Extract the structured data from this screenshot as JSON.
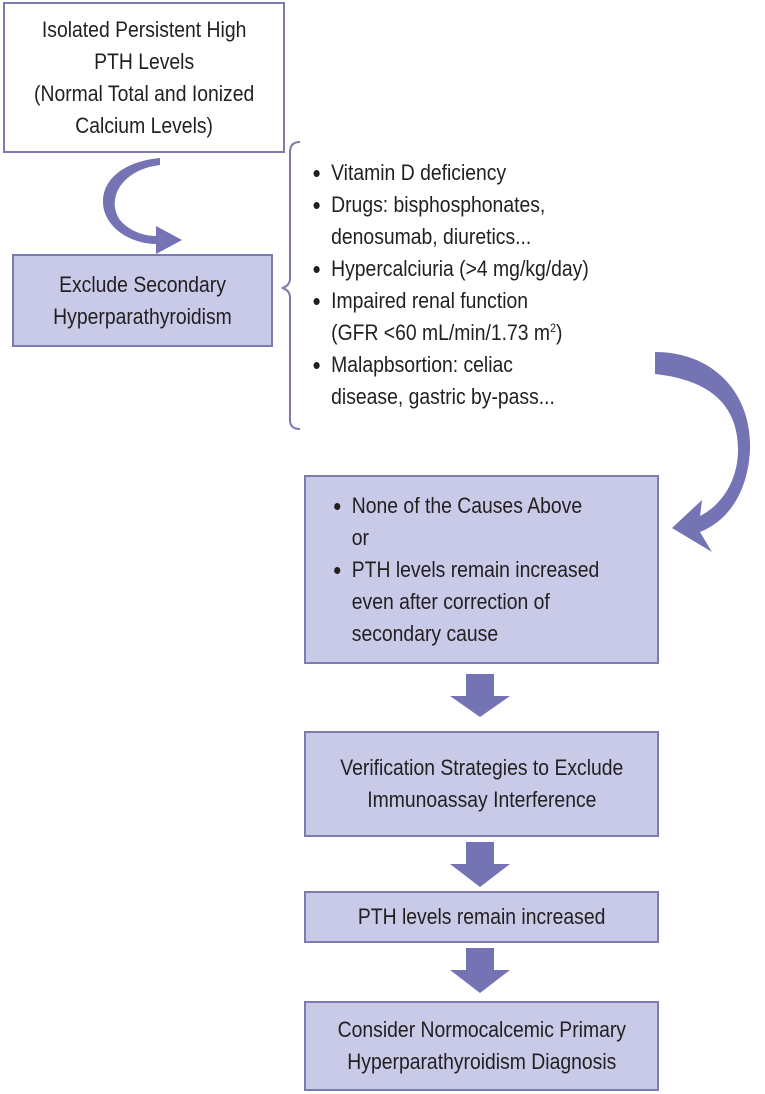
{
  "colors": {
    "box_fill": "#c9c9e8",
    "box_border": "#7c7cae",
    "arrow": "#7474b4",
    "text": "#231f20"
  },
  "start_box": {
    "lines": [
      "Isolated Persistent High",
      "PTH Levels",
      "(Normal Total and Ionized",
      "Calcium Levels)"
    ]
  },
  "exclude_box": {
    "lines": [
      "Exclude Secondary",
      "Hyperparathyroidism"
    ]
  },
  "causes": {
    "item1": "Vitamin D deficiency",
    "item2_l1": "Drugs: bisphosphonates,",
    "item2_l2": "denosumab, diuretics...",
    "item3": "Hypercalciuria (>4 mg/kg/day)",
    "item4_l1": "Impaired renal function",
    "item4_l2": "(GFR <60 mL/min/1.73 m",
    "item4_sup": "2",
    "item4_close": ")",
    "item5_l1": "Malapbsortion: celiac",
    "item5_l2": "disease, gastric by-pass..."
  },
  "none_box": {
    "b1": "None of the Causes Above",
    "or": "or",
    "b2_l1": "PTH levels remain increased",
    "b2_l2": "even after correction of",
    "b2_l3": "secondary cause"
  },
  "verify_box": {
    "lines": [
      "Verification Strategies to Exclude",
      "Immunoassay Interference"
    ]
  },
  "remain_box": {
    "lines": [
      "PTH levels remain increased"
    ]
  },
  "consider_box": {
    "lines": [
      "Consider Normocalcemic Primary",
      "Hyperparathyroidism Diagnosis"
    ]
  }
}
